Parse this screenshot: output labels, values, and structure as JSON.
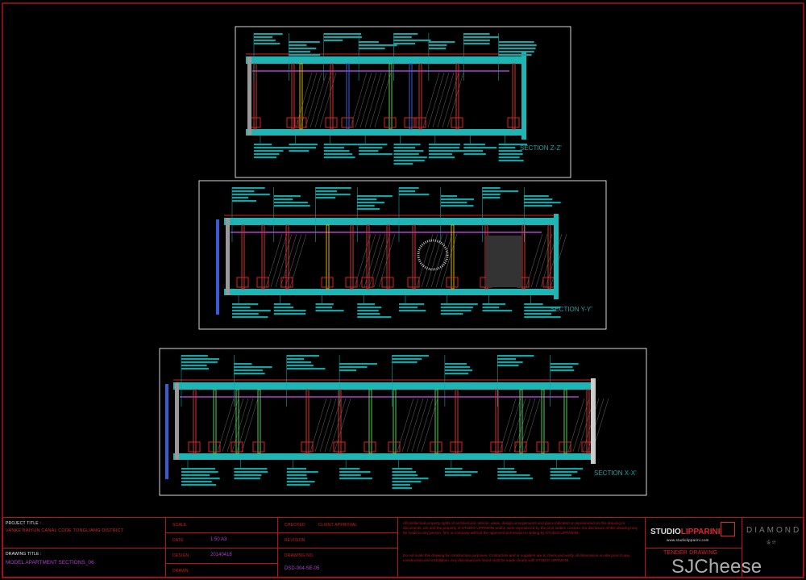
{
  "sections": [
    {
      "id": "z",
      "label": "SECTION Z-Z'"
    },
    {
      "id": "y",
      "label": "SECTION Y-Y'"
    },
    {
      "id": "x",
      "label": "SECTION X-X'"
    }
  ],
  "title_block": {
    "project_title_label": "PROJECT TITLE   :",
    "project_title": "VANKE   BAIYUN CANAL CODE   TONGLIANG DISTRICT",
    "drawing_title_label": "DRAWING TITLE   :",
    "drawing_title": "MODEL APARTMENT   SECTIONS_06",
    "fields": [
      {
        "label": "SCALE",
        "value": ""
      },
      {
        "label": "DATE",
        "value": "1:50 A3"
      },
      {
        "label": "DESIGN",
        "value": "20140418"
      },
      {
        "label": "DRAWN",
        "value": ""
      },
      {
        "label": "CHECKED",
        "value": "CLIENT APPROVAL"
      },
      {
        "label": "REVISION",
        "value": ""
      },
      {
        "label": "DRAWING NO.",
        "value": ""
      },
      {
        "label": "",
        "value": "DSD-004-SE-05"
      }
    ],
    "notes_1": "All intellectual property rights of architectural, interior, ideas, design arrangements and plans indicated or represented on this drawing or documents, are and the property of STUDIO LIPPARINI and/or were reproduced by the prior written consent. No disclosure of this drawing may be made to any person, firm or company without the approved permission in writing by STUDIO LIPPARINI.",
    "notes_2": "Do not scale this drawing for construction purposes. Contractors and or suppliers are to check and verify all dimensions on site prior to any construction and installation. Any discrepancies found must be made clearly with STUDIO LIPPARINI.",
    "studio_name_a": "STUDIO",
    "studio_name_b": "LIPPARINI",
    "studio_url": "www.studiolipparini.com",
    "status": "TENDER DRAWING",
    "partner_logo": "DIAMOND",
    "partner_sub": "设 计",
    "watermark": "SJCheese"
  },
  "colors": {
    "frame": "#c0101a",
    "slab": "#1fb5b5",
    "annot": "#17a3a3",
    "panel_border": "#d8d8d8"
  }
}
